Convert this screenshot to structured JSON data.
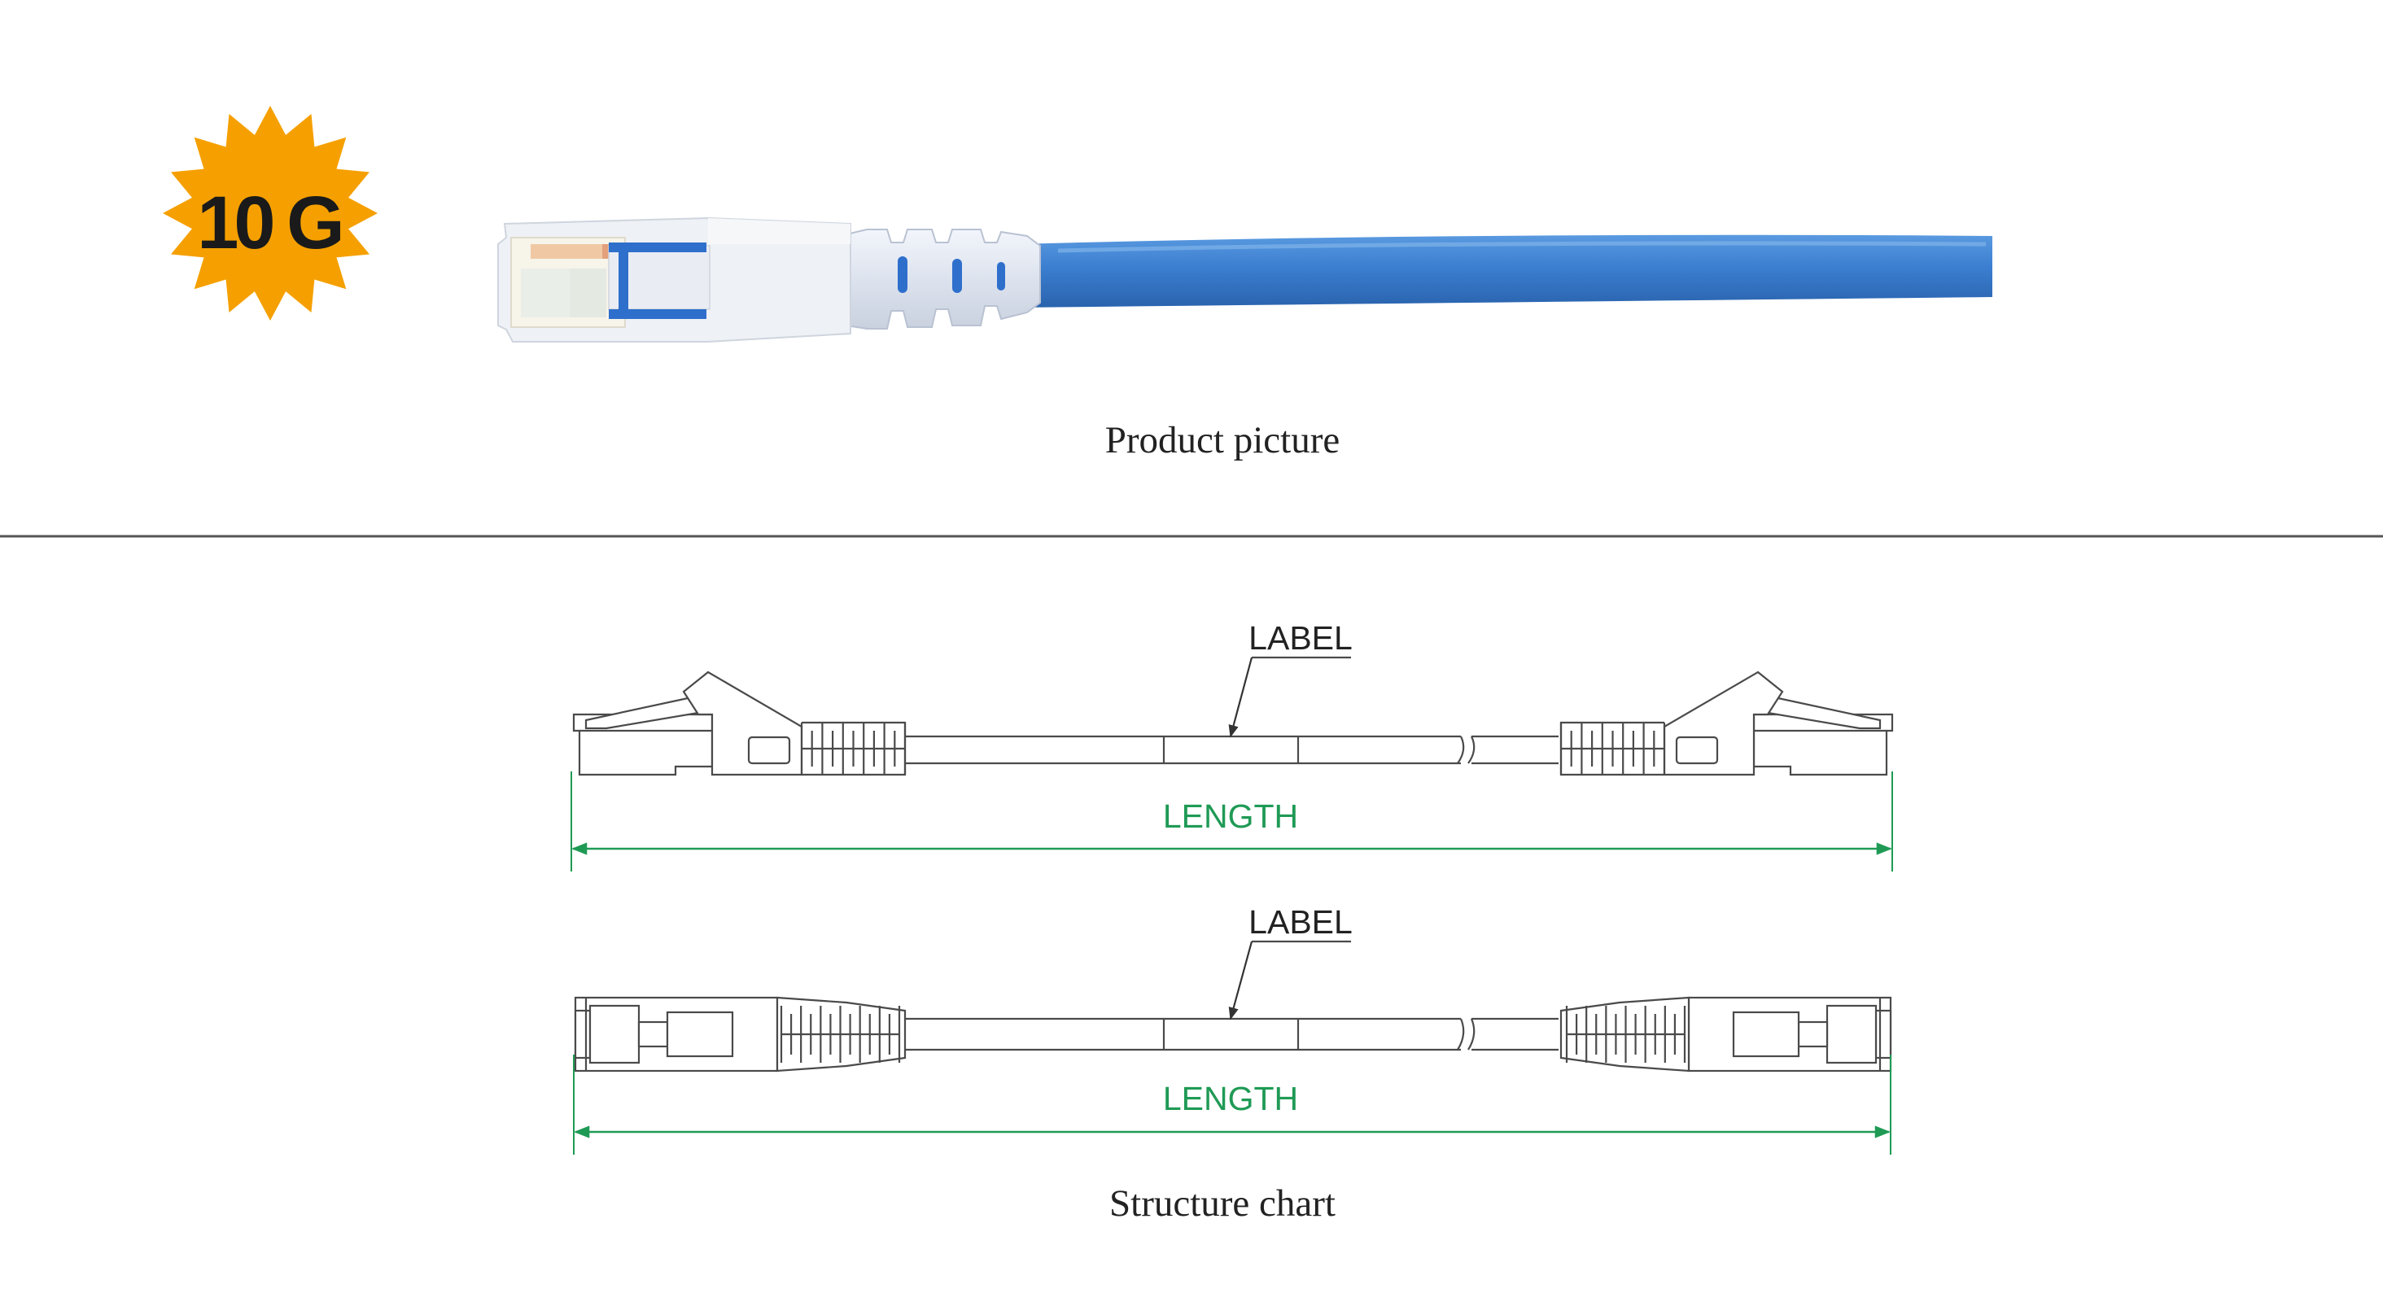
{
  "badge": {
    "text": "10 G",
    "color": "#f5a000"
  },
  "product_caption": "Product picture",
  "structure_caption": "Structure chart",
  "diagram_top": {
    "label": "LABEL",
    "length": "LENGTH"
  },
  "diagram_bottom": {
    "label": "LABEL",
    "length": "LENGTH"
  },
  "colors": {
    "cable_blue": "#3b7ed0",
    "length_green": "#1f9a55",
    "divider": "#555555"
  }
}
